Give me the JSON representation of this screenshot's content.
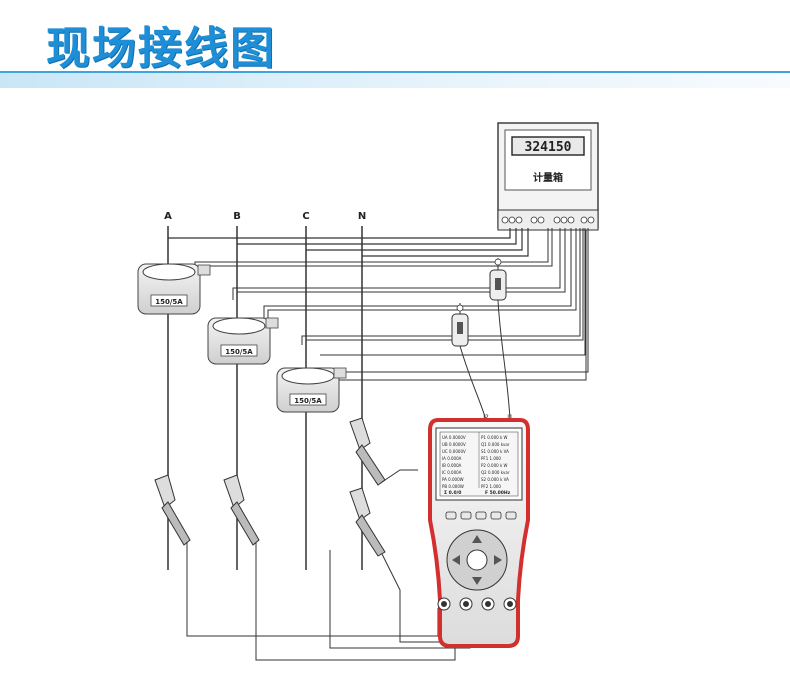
{
  "header": {
    "title": "现场接线图"
  },
  "meter": {
    "display_value": "324150",
    "label": "计量箱"
  },
  "phases": [
    "A",
    "B",
    "C",
    "N"
  ],
  "ct_rating": "150/5A",
  "device": {
    "color": "#d32f2f",
    "port_labels": [
      "I1",
      "I2"
    ],
    "display_left": [
      "UA 0.0000V",
      "UB 0.0000V",
      "UC 0.0000V",
      "IA 0.000A",
      "IB 0.000A",
      "IC 0.000A",
      "PA 0.000W",
      "PB 0.000W"
    ],
    "display_right": [
      "P1 0.000 k W",
      "Q1 0.000 kvar",
      "S1 0.000 k VA",
      "PF1 1.000",
      "P2 0.000 k W",
      "Q2 0.000 kvar",
      "S2 0.000 k VA",
      "PF2 1.000"
    ],
    "display_status": [
      "Σ 0.0/0",
      "F 50.00Hz"
    ]
  }
}
